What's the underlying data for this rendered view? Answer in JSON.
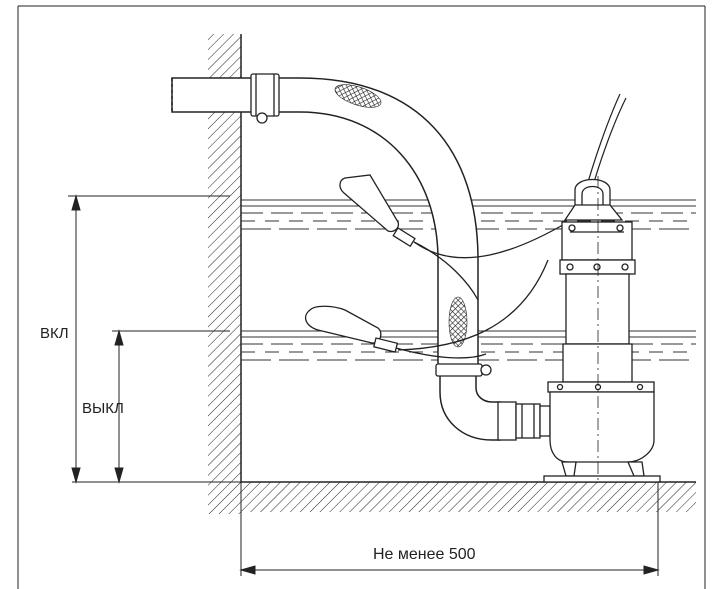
{
  "labels": {
    "on": "ВКЛ",
    "off": "ВЫКЛ",
    "min_distance": "Не менее 500"
  },
  "colors": {
    "line": "#222222",
    "water": "#333333",
    "background": "#ffffff"
  }
}
